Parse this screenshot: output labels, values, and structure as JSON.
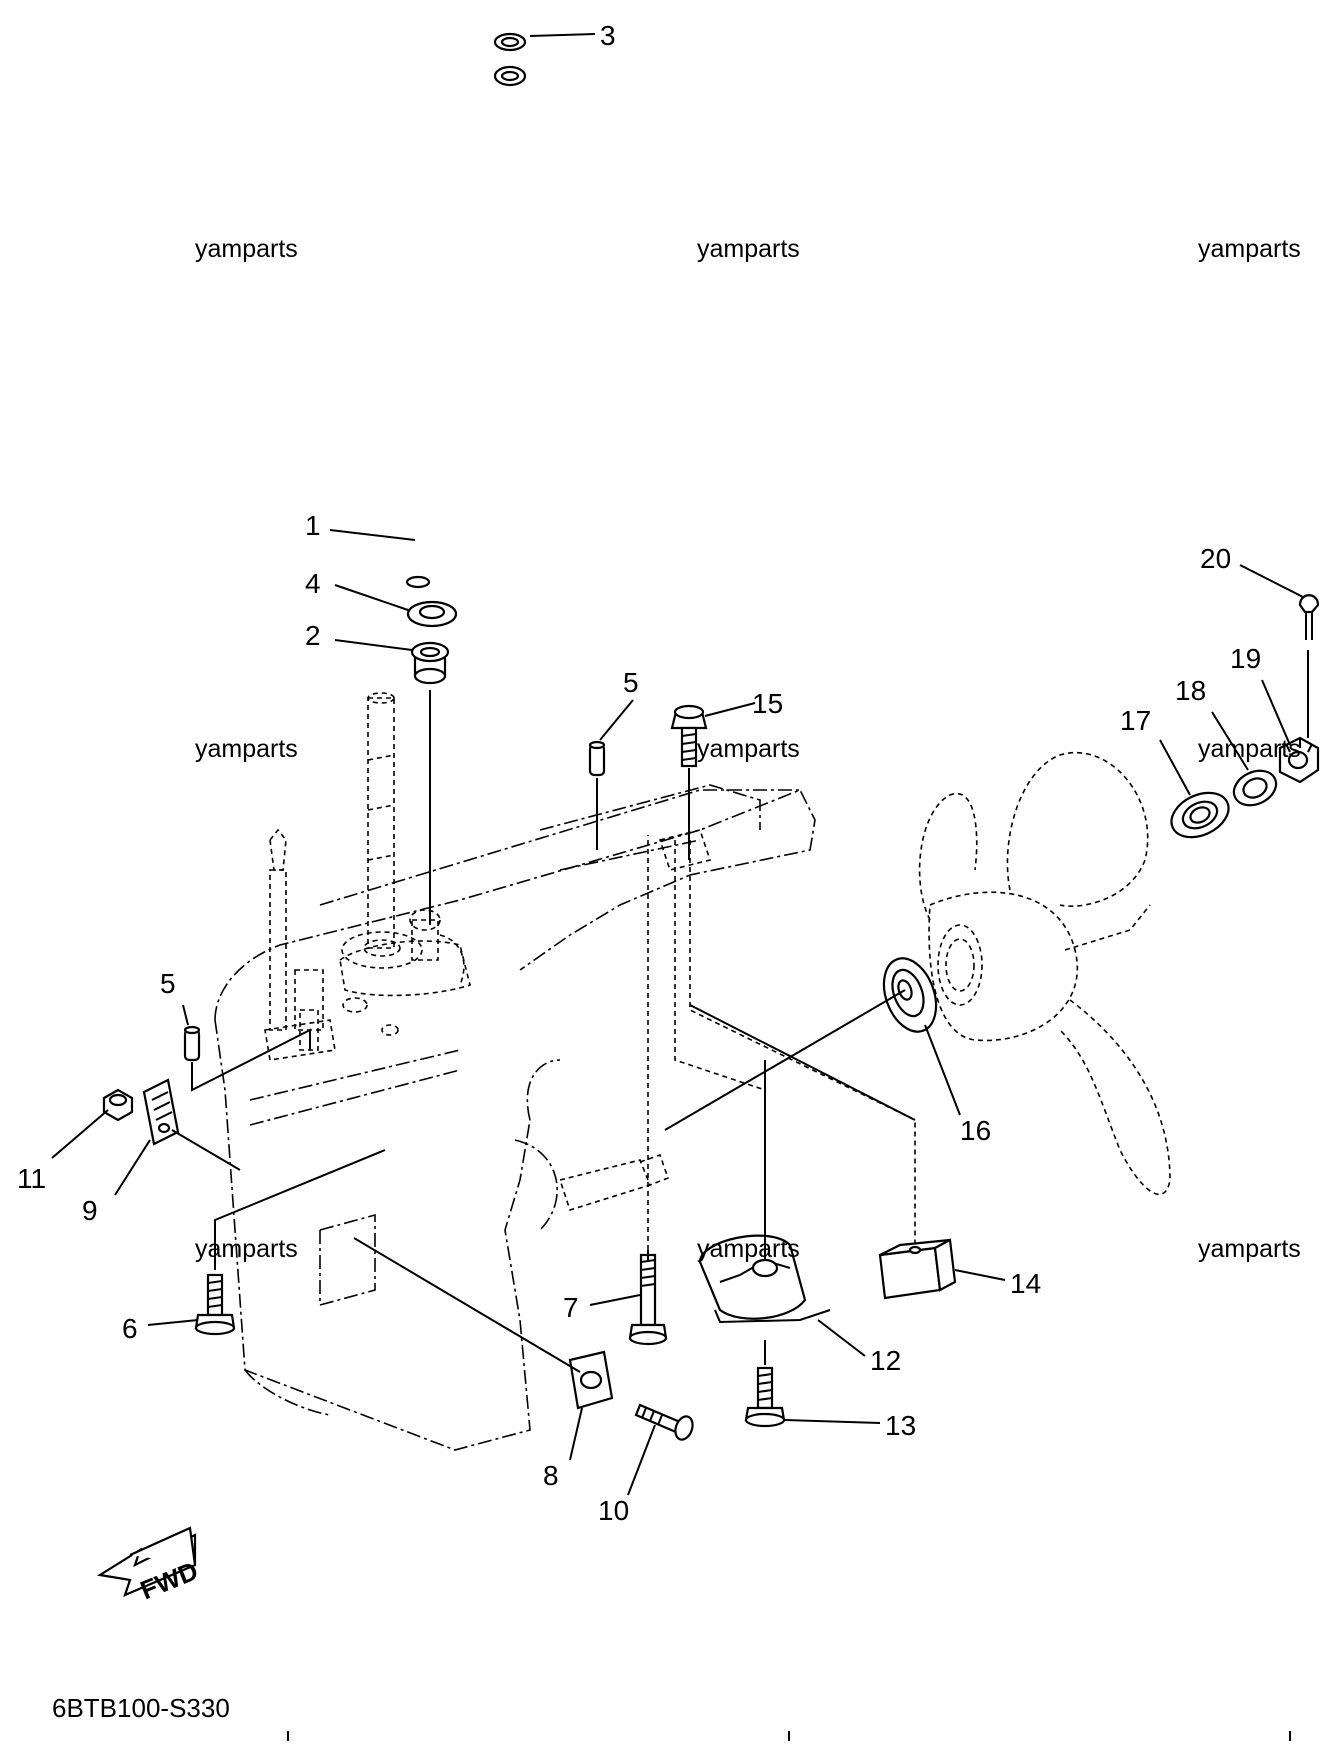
{
  "diagram": {
    "code": "6BTB100-S330",
    "fwd_label": "FWD",
    "watermark": "yamparts",
    "callouts": [
      "1",
      "2",
      "3",
      "4",
      "5",
      "5",
      "6",
      "7",
      "8",
      "9",
      "10",
      "11",
      "12",
      "13",
      "14",
      "15",
      "16",
      "17",
      "18",
      "19",
      "20"
    ]
  }
}
